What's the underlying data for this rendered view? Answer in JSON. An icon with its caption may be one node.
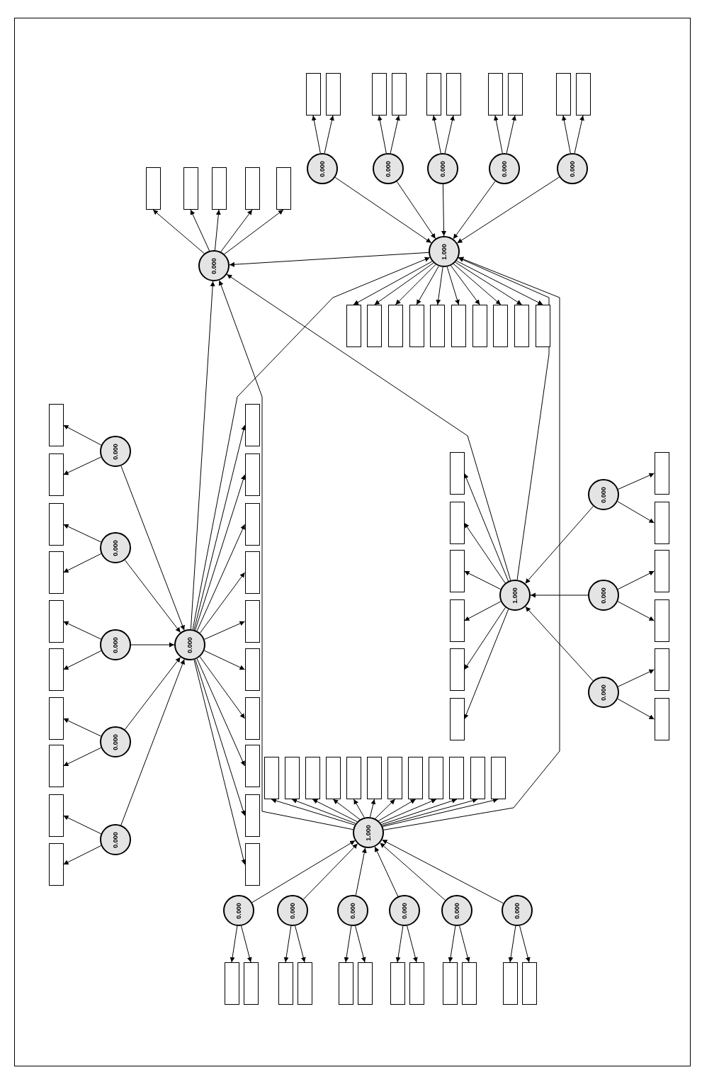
{
  "diagram": {
    "nodes": [
      {
        "text": [
          "0.000"
        ]
      },
      {
        "text": [],
        "shape": "box"
      },
      {
        "text": [],
        "shape": "box"
      },
      {
        "text": [],
        "shape": "box"
      },
      {
        "text": [],
        "shape": "box"
      },
      {
        "text": [],
        "shape": "box"
      },
      {
        "text": [
          "1.000"
        ]
      },
      {
        "text": [
          "0.000"
        ]
      },
      {
        "text": [
          "0.000"
        ]
      },
      {
        "text": [
          "0.000"
        ]
      },
      {
        "text": [
          "0.000"
        ]
      },
      {
        "text": [
          "0.000"
        ]
      },
      {
        "text": [],
        "shape": "box"
      },
      {
        "text": [],
        "shape": "box"
      },
      {
        "text": [],
        "shape": "box"
      },
      {
        "text": [],
        "shape": "box"
      },
      {
        "text": [],
        "shape": "box"
      },
      {
        "text": [],
        "shape": "box"
      },
      {
        "text": [],
        "shape": "box"
      },
      {
        "text": [],
        "shape": "box"
      },
      {
        "text": [],
        "shape": "box"
      },
      {
        "text": [],
        "shape": "box"
      },
      {
        "text": [],
        "shape": "box"
      },
      {
        "text": [],
        "shape": "box"
      },
      {
        "text": [],
        "shape": "box"
      },
      {
        "text": [],
        "shape": "box"
      },
      {
        "text": [],
        "shape": "box"
      },
      {
        "text": [],
        "shape": "box"
      },
      {
        "text": [],
        "shape": "box"
      },
      {
        "text": [],
        "shape": "box"
      },
      {
        "text": [],
        "shape": "box"
      },
      {
        "text": [],
        "shape": "box"
      },
      {
        "text": [
          "0.000"
        ]
      },
      {
        "text": [
          "0.000"
        ]
      },
      {
        "text": [
          "0.000"
        ]
      },
      {
        "text": [
          "0.000"
        ]
      },
      {
        "text": [
          "0.000"
        ]
      },
      {
        "text": [
          "0.000"
        ]
      },
      {
        "text": [],
        "shape": "box"
      },
      {
        "text": [],
        "shape": "box"
      },
      {
        "text": [],
        "shape": "box"
      },
      {
        "text": [],
        "shape": "box"
      },
      {
        "text": [],
        "shape": "box"
      },
      {
        "text": [],
        "shape": "box"
      },
      {
        "text": [],
        "shape": "box"
      },
      {
        "text": [],
        "shape": "box"
      },
      {
        "text": [],
        "shape": "box"
      },
      {
        "text": [],
        "shape": "box"
      },
      {
        "text": [],
        "shape": "box"
      },
      {
        "text": [],
        "shape": "box"
      },
      {
        "text": [],
        "shape": "box"
      },
      {
        "text": [],
        "shape": "box"
      },
      {
        "text": [],
        "shape": "box"
      },
      {
        "text": [],
        "shape": "box"
      },
      {
        "text": [],
        "shape": "box"
      },
      {
        "text": [],
        "shape": "box"
      },
      {
        "text": [],
        "shape": "box"
      },
      {
        "text": [],
        "shape": "box"
      },
      {
        "text": [
          "1.000"
        ]
      },
      {
        "text": [],
        "shape": "box"
      },
      {
        "text": [],
        "shape": "box"
      },
      {
        "text": [],
        "shape": "box"
      },
      {
        "text": [],
        "shape": "box"
      },
      {
        "text": [],
        "shape": "box"
      },
      {
        "text": [],
        "shape": "box"
      },
      {
        "text": [
          "0.000"
        ]
      },
      {
        "text": [
          "0.000"
        ]
      },
      {
        "text": [
          "0.000"
        ]
      },
      {
        "text": [],
        "shape": "box"
      },
      {
        "text": [],
        "shape": "box"
      },
      {
        "text": [],
        "shape": "box"
      },
      {
        "text": [],
        "shape": "box"
      },
      {
        "text": [],
        "shape": "box"
      },
      {
        "text": [],
        "shape": "box"
      },
      {
        "text": [
          "1.000"
        ]
      },
      {
        "text": [],
        "shape": "box"
      },
      {
        "text": [],
        "shape": "box"
      },
      {
        "text": [],
        "shape": "box"
      },
      {
        "text": [],
        "shape": "box"
      },
      {
        "text": [],
        "shape": "box"
      },
      {
        "text": [],
        "shape": "box"
      },
      {
        "text": [],
        "shape": "box"
      },
      {
        "text": [],
        "shape": "box"
      },
      {
        "text": [],
        "shape": "box"
      },
      {
        "text": [],
        "shape": "box"
      },
      {
        "text": [],
        "shape": "box"
      },
      {
        "text": [],
        "shape": "box"
      },
      {
        "text": [
          "0.000"
        ]
      },
      {
        "text": [
          "0.000"
        ]
      },
      {
        "text": [
          "0.000"
        ]
      },
      {
        "text": [
          "0.000"
        ]
      },
      {
        "text": [
          "0.000"
        ]
      },
      {
        "text": [
          "0.000"
        ]
      },
      {
        "text": [],
        "shape": "box"
      },
      {
        "text": [],
        "shape": "box"
      },
      {
        "text": [],
        "shape": "box"
      },
      {
        "text": [],
        "shape": "box"
      },
      {
        "text": [],
        "shape": "box"
      },
      {
        "text": [],
        "shape": "box"
      },
      {
        "text": [],
        "shape": "box"
      },
      {
        "text": [],
        "shape": "box"
      },
      {
        "text": [],
        "shape": "box"
      },
      {
        "text": [],
        "shape": "box"
      },
      {
        "text": [],
        "shape": "box"
      },
      {
        "text": [],
        "shape": "box"
      }
    ],
    "edges": [
      {
        "from": 0,
        "to": 1,
        "arrow": "to"
      },
      {
        "from": 0,
        "to": 2,
        "arrow": "to"
      },
      {
        "from": 0,
        "to": 3,
        "arrow": "to"
      },
      {
        "from": 0,
        "to": 4,
        "arrow": "to"
      },
      {
        "from": 0,
        "to": 5,
        "arrow": "to"
      },
      {
        "from": 7,
        "to": 6,
        "arrow": "to"
      },
      {
        "from": 8,
        "to": 6,
        "arrow": "to"
      },
      {
        "from": 9,
        "to": 6,
        "arrow": "to"
      },
      {
        "from": 10,
        "to": 6,
        "arrow": "to"
      },
      {
        "from": 11,
        "to": 6,
        "arrow": "to"
      },
      {
        "from": 7,
        "to": 12,
        "arrow": "to"
      },
      {
        "from": 7,
        "to": 13,
        "arrow": "to"
      },
      {
        "from": 8,
        "to": 14,
        "arrow": "to"
      },
      {
        "from": 8,
        "to": 15,
        "arrow": "to"
      },
      {
        "from": 9,
        "to": 16,
        "arrow": "to"
      },
      {
        "from": 9,
        "to": 17,
        "arrow": "to"
      },
      {
        "from": 10,
        "to": 18,
        "arrow": "to"
      },
      {
        "from": 10,
        "to": 19,
        "arrow": "to"
      },
      {
        "from": 11,
        "to": 20,
        "arrow": "to"
      },
      {
        "from": 11,
        "to": 21,
        "arrow": "to"
      },
      {
        "from": 6,
        "to": 22,
        "arrow": "to"
      },
      {
        "from": 6,
        "to": 23,
        "arrow": "to"
      },
      {
        "from": 6,
        "to": 24,
        "arrow": "to"
      },
      {
        "from": 6,
        "to": 25,
        "arrow": "to"
      },
      {
        "from": 6,
        "to": 26,
        "arrow": "to"
      },
      {
        "from": 6,
        "to": 27,
        "arrow": "to"
      },
      {
        "from": 6,
        "to": 28,
        "arrow": "to"
      },
      {
        "from": 6,
        "to": 29,
        "arrow": "to"
      },
      {
        "from": 6,
        "to": 30,
        "arrow": "to"
      },
      {
        "from": 6,
        "to": 31,
        "arrow": "to"
      },
      {
        "from": 6,
        "to": 0,
        "arrow": "to"
      },
      {
        "from": 32,
        "to": 0,
        "arrow": "to"
      },
      {
        "from": 32,
        "to": 6,
        "arrow": "to"
      },
      {
        "from": 33,
        "to": 32,
        "arrow": "to"
      },
      {
        "from": 34,
        "to": 32,
        "arrow": "to"
      },
      {
        "from": 35,
        "to": 32,
        "arrow": "to"
      },
      {
        "from": 36,
        "to": 32,
        "arrow": "to"
      },
      {
        "from": 37,
        "to": 32,
        "arrow": "to"
      },
      {
        "from": 33,
        "to": 38,
        "arrow": "to"
      },
      {
        "from": 33,
        "to": 39,
        "arrow": "to"
      },
      {
        "from": 34,
        "to": 40,
        "arrow": "to"
      },
      {
        "from": 34,
        "to": 41,
        "arrow": "to"
      },
      {
        "from": 35,
        "to": 42,
        "arrow": "to"
      },
      {
        "from": 35,
        "to": 43,
        "arrow": "to"
      },
      {
        "from": 36,
        "to": 44,
        "arrow": "to"
      },
      {
        "from": 36,
        "to": 45,
        "arrow": "to"
      },
      {
        "from": 37,
        "to": 46,
        "arrow": "to"
      },
      {
        "from": 37,
        "to": 47,
        "arrow": "to"
      },
      {
        "from": 32,
        "to": 48,
        "arrow": "to"
      },
      {
        "from": 32,
        "to": 49,
        "arrow": "to"
      },
      {
        "from": 32,
        "to": 50,
        "arrow": "to"
      },
      {
        "from": 32,
        "to": 51,
        "arrow": "to"
      },
      {
        "from": 32,
        "to": 52,
        "arrow": "to"
      },
      {
        "from": 32,
        "to": 53,
        "arrow": "to"
      },
      {
        "from": 32,
        "to": 54,
        "arrow": "to"
      },
      {
        "from": 32,
        "to": 55,
        "arrow": "to"
      },
      {
        "from": 32,
        "to": 56,
        "arrow": "to"
      },
      {
        "from": 32,
        "to": 57,
        "arrow": "to"
      },
      {
        "from": 58,
        "to": 59,
        "arrow": "to"
      },
      {
        "from": 58,
        "to": 60,
        "arrow": "to"
      },
      {
        "from": 58,
        "to": 61,
        "arrow": "to"
      },
      {
        "from": 58,
        "to": 62,
        "arrow": "to"
      },
      {
        "from": 58,
        "to": 63,
        "arrow": "to"
      },
      {
        "from": 58,
        "to": 64,
        "arrow": "to"
      },
      {
        "from": 65,
        "to": 58,
        "arrow": "to"
      },
      {
        "from": 66,
        "to": 58,
        "arrow": "to"
      },
      {
        "from": 67,
        "to": 58,
        "arrow": "to"
      },
      {
        "from": 65,
        "to": 68,
        "arrow": "to"
      },
      {
        "from": 65,
        "to": 69,
        "arrow": "to"
      },
      {
        "from": 66,
        "to": 70,
        "arrow": "to"
      },
      {
        "from": 66,
        "to": 71,
        "arrow": "to"
      },
      {
        "from": 67,
        "to": 72,
        "arrow": "to"
      },
      {
        "from": 67,
        "to": 73,
        "arrow": "to"
      },
      {
        "from": 58,
        "to": 0,
        "arrow": "to"
      },
      {
        "from": 58,
        "to": 6,
        "arrow": "to"
      },
      {
        "from": 74,
        "to": 0,
        "arrow": "to"
      },
      {
        "from": 74,
        "to": 6,
        "arrow": "to"
      },
      {
        "from": 74,
        "to": 75,
        "arrow": "to"
      },
      {
        "from": 74,
        "to": 76,
        "arrow": "to"
      },
      {
        "from": 74,
        "to": 77,
        "arrow": "to"
      },
      {
        "from": 74,
        "to": 78,
        "arrow": "to"
      },
      {
        "from": 74,
        "to": 79,
        "arrow": "to"
      },
      {
        "from": 74,
        "to": 80,
        "arrow": "to"
      },
      {
        "from": 74,
        "to": 81,
        "arrow": "to"
      },
      {
        "from": 74,
        "to": 82,
        "arrow": "to"
      },
      {
        "from": 74,
        "to": 83,
        "arrow": "to"
      },
      {
        "from": 74,
        "to": 84,
        "arrow": "to"
      },
      {
        "from": 74,
        "to": 85,
        "arrow": "to"
      },
      {
        "from": 74,
        "to": 86,
        "arrow": "to"
      },
      {
        "from": 87,
        "to": 74,
        "arrow": "to"
      },
      {
        "from": 88,
        "to": 74,
        "arrow": "to"
      },
      {
        "from": 89,
        "to": 74,
        "arrow": "to"
      },
      {
        "from": 90,
        "to": 74,
        "arrow": "to"
      },
      {
        "from": 91,
        "to": 74,
        "arrow": "to"
      },
      {
        "from": 92,
        "to": 74,
        "arrow": "to"
      },
      {
        "from": 87,
        "to": 93,
        "arrow": "to"
      },
      {
        "from": 87,
        "to": 94,
        "arrow": "to"
      },
      {
        "from": 88,
        "to": 95,
        "arrow": "to"
      },
      {
        "from": 88,
        "to": 96,
        "arrow": "to"
      },
      {
        "from": 89,
        "to": 97,
        "arrow": "to"
      },
      {
        "from": 89,
        "to": 98,
        "arrow": "to"
      },
      {
        "from": 90,
        "to": 99,
        "arrow": "to"
      },
      {
        "from": 90,
        "to": 100,
        "arrow": "to"
      },
      {
        "from": 91,
        "to": 101,
        "arrow": "to"
      },
      {
        "from": 91,
        "to": 102,
        "arrow": "to"
      },
      {
        "from": 92,
        "to": 103,
        "arrow": "to"
      },
      {
        "from": 92,
        "to": 104,
        "arrow": "to"
      }
    ]
  }
}
